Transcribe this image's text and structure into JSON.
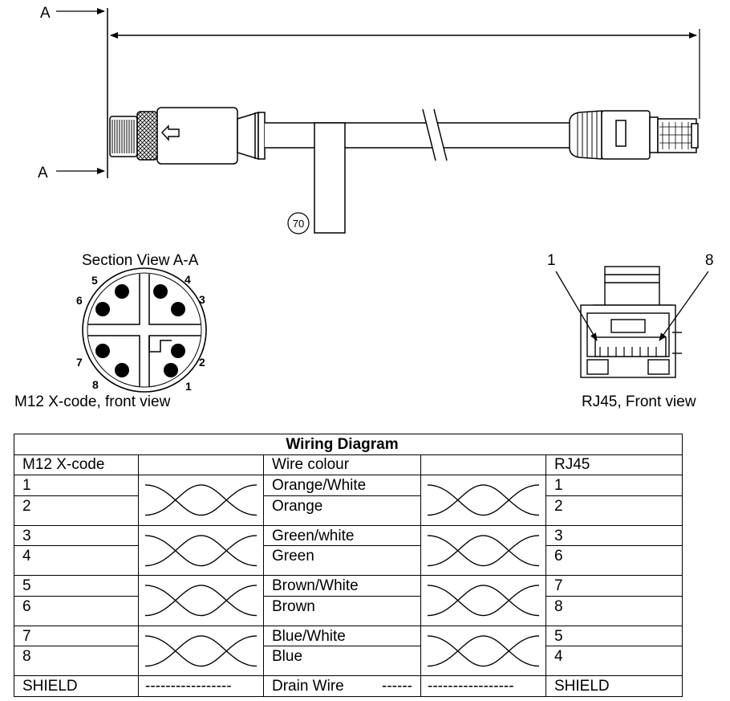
{
  "section_marks": {
    "top": "A",
    "bottom": "A"
  },
  "callout": "70",
  "section_view": {
    "title": "Section View A-A",
    "caption": "M12 X-code, front view",
    "pins": [
      "1",
      "2",
      "3",
      "4",
      "5",
      "6",
      "7",
      "8"
    ]
  },
  "rj45_view": {
    "pin_first": "1",
    "pin_last": "8",
    "caption": "RJ45, Front view"
  },
  "wiring": {
    "title": "Wiring Diagram",
    "headers": {
      "m12": "M12 X-code",
      "colour": "Wire colour",
      "rj45": "RJ45"
    },
    "rows": [
      {
        "m12": "1",
        "colour": "Orange/White",
        "rj45": "1"
      },
      {
        "m12": "2",
        "colour": "Orange",
        "rj45": "2"
      },
      {
        "m12": "3",
        "colour": "Green/white",
        "rj45": "3"
      },
      {
        "m12": "4",
        "colour": "Green",
        "rj45": "6"
      },
      {
        "m12": "5",
        "colour": "Brown/White",
        "rj45": "7"
      },
      {
        "m12": "6",
        "colour": "Brown",
        "rj45": "8"
      },
      {
        "m12": "7",
        "colour": "Blue/White",
        "rj45": "5"
      },
      {
        "m12": "8",
        "colour": "Blue",
        "rj45": "4"
      }
    ],
    "shield": {
      "m12": "SHIELD",
      "dash1": "-----------------",
      "colour": "Drain Wire",
      "colour_dash": "------",
      "dash2": "-----------------",
      "rj45": "SHIELD"
    }
  }
}
